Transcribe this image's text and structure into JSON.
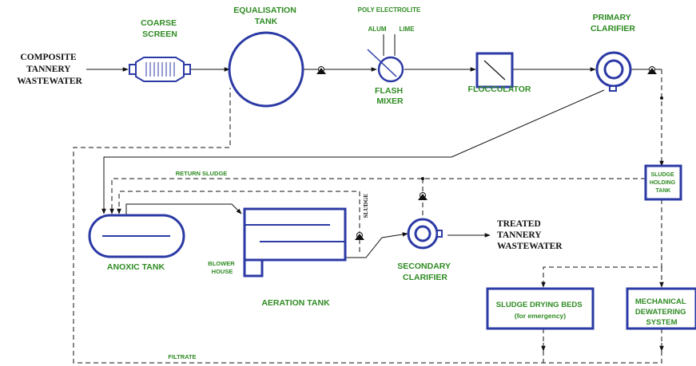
{
  "colors": {
    "unit_stroke": "#2b3aa5",
    "label_green": "#2e8b22",
    "label_black": "#111111"
  },
  "labels": {
    "composite": [
      "COMPOSITE",
      "TANNERY",
      "WASTEWATER"
    ],
    "coarse_screen": [
      "COARSE",
      "SCREEN"
    ],
    "equalisation_tank": [
      "EQUALISATION",
      "TANK"
    ],
    "poly_electrolite": "POLY ELECTROLITE",
    "alum": "ALUM",
    "lime": "LIME",
    "flash_mixer": [
      "FLASH",
      "MIXER"
    ],
    "flocculator": "FLOCCULATOR",
    "primary_clarifier": [
      "PRIMARY",
      "CLARIFIER"
    ],
    "return_sludge": "RETURN SLUDGE",
    "sludge_holding_tank": [
      "SLUDGE",
      "HOLDING",
      "TANK"
    ],
    "sludge_line": "SLUDGE",
    "anoxic_tank": "ANOXIC TANK",
    "blower_house": [
      "BLOWER",
      "HOUSE"
    ],
    "aeration_tank": "AERATION TANK",
    "secondary_clarifier": [
      "SECONDARY",
      "CLARIFIER"
    ],
    "treated": [
      "TREATED",
      "TANNERY",
      "WASTEWATER"
    ],
    "sludge_drying_beds": [
      "SLUDGE DRYING BEDS",
      "(for emergency)"
    ],
    "mechanical_dewatering": [
      "MECHANICAL",
      "DEWATERING",
      "SYSTEM"
    ],
    "filtrate": "FILTRATE"
  },
  "icons": [
    "pump-icon",
    "valve-icon",
    "arrow-icon"
  ]
}
